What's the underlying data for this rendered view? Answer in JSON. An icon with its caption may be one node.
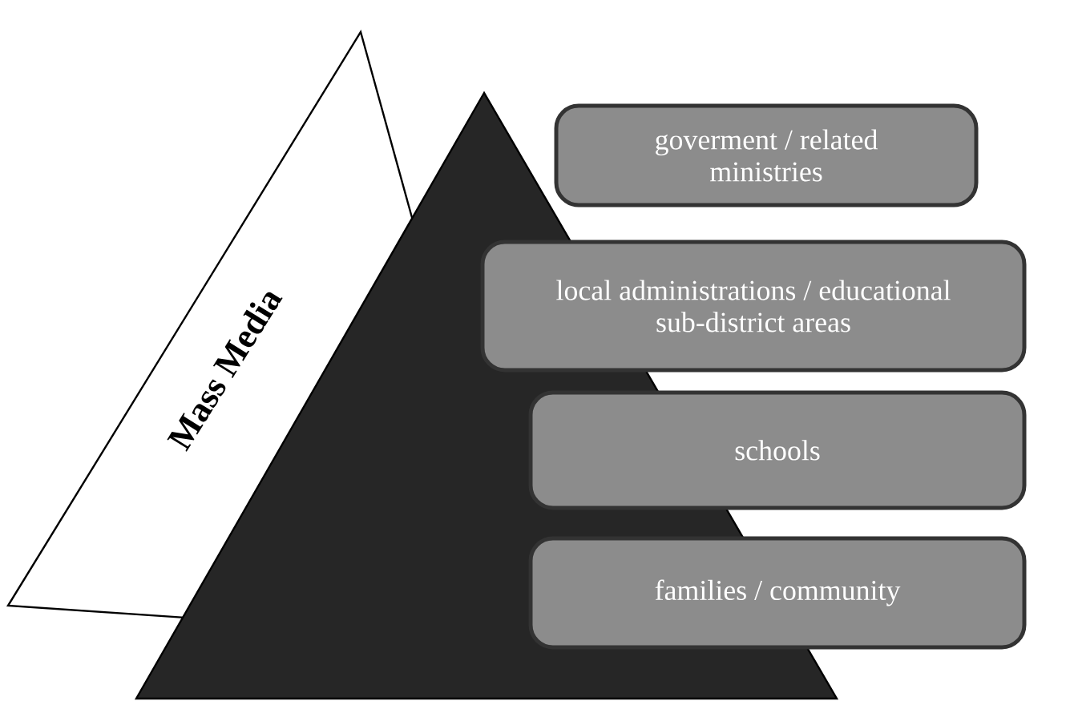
{
  "diagram": {
    "nodes": [
      {
        "text": [
          "Mass Media"
        ]
      },
      {
        "text": [],
        "shape": "triangle"
      },
      {
        "text": [
          "goverment / related ministries"
        ]
      },
      {
        "text": [
          "local administrations / educational sub-district areas"
        ]
      },
      {
        "text": [
          "schools"
        ]
      },
      {
        "text": [
          "families / community"
        ]
      }
    ]
  }
}
